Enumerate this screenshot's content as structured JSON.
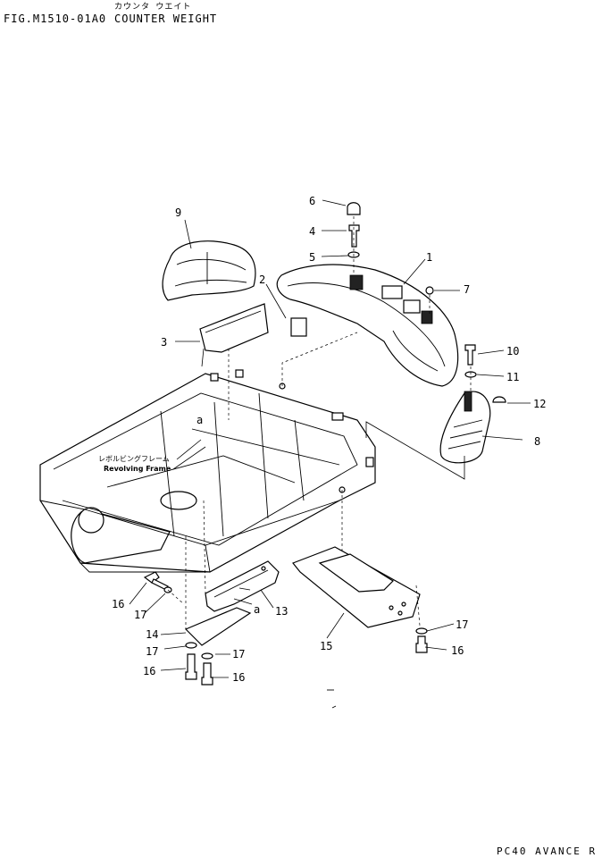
{
  "header": {
    "fig_id": "FIG.M1510-01A0",
    "title_jp": "カウンタ ウエイト",
    "title_en": "COUNTER WEIGHT"
  },
  "frame_label": {
    "jp": "レボルビングフレーム",
    "en": "Revolving Frame"
  },
  "marker": "a",
  "callouts": [
    "1",
    "2",
    "3",
    "4",
    "5",
    "6",
    "7",
    "8",
    "9",
    "10",
    "11",
    "12",
    "13",
    "14",
    "15",
    "16",
    "17"
  ],
  "footer": {
    "code": "PC40 AVANCE R"
  }
}
